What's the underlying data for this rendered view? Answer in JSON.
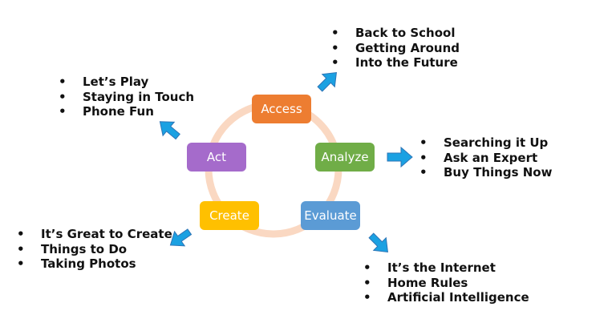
{
  "stages": {
    "access": {
      "label": "Access",
      "color": "#ED7D31"
    },
    "analyze": {
      "label": "Analyze",
      "color": "#70AD47"
    },
    "evaluate": {
      "label": "Evaluate",
      "color": "#5B9BD5"
    },
    "create": {
      "label": "Create",
      "color": "#FFC000"
    },
    "act": {
      "label": "Act",
      "color": "#A56BCB"
    }
  },
  "bullet": "•",
  "topics": {
    "access": [
      "Back to School",
      "Getting Around",
      "Into the Future"
    ],
    "analyze": [
      "Searching it Up",
      "Ask an Expert",
      "Buy Things Now"
    ],
    "evaluate": [
      "It’s the Internet",
      "Home Rules",
      "Artificial Intelligence"
    ],
    "create": [
      "It’s Great to Create",
      "Things to Do",
      "Taking Photos"
    ],
    "act": [
      "Let’s Play",
      "Staying in Touch",
      "Phone Fun"
    ]
  },
  "colors": {
    "ring": "#F8CBAD",
    "arrow": "#1BA1E2",
    "arrow_stroke": "#2E75B6",
    "text": "#111111"
  }
}
